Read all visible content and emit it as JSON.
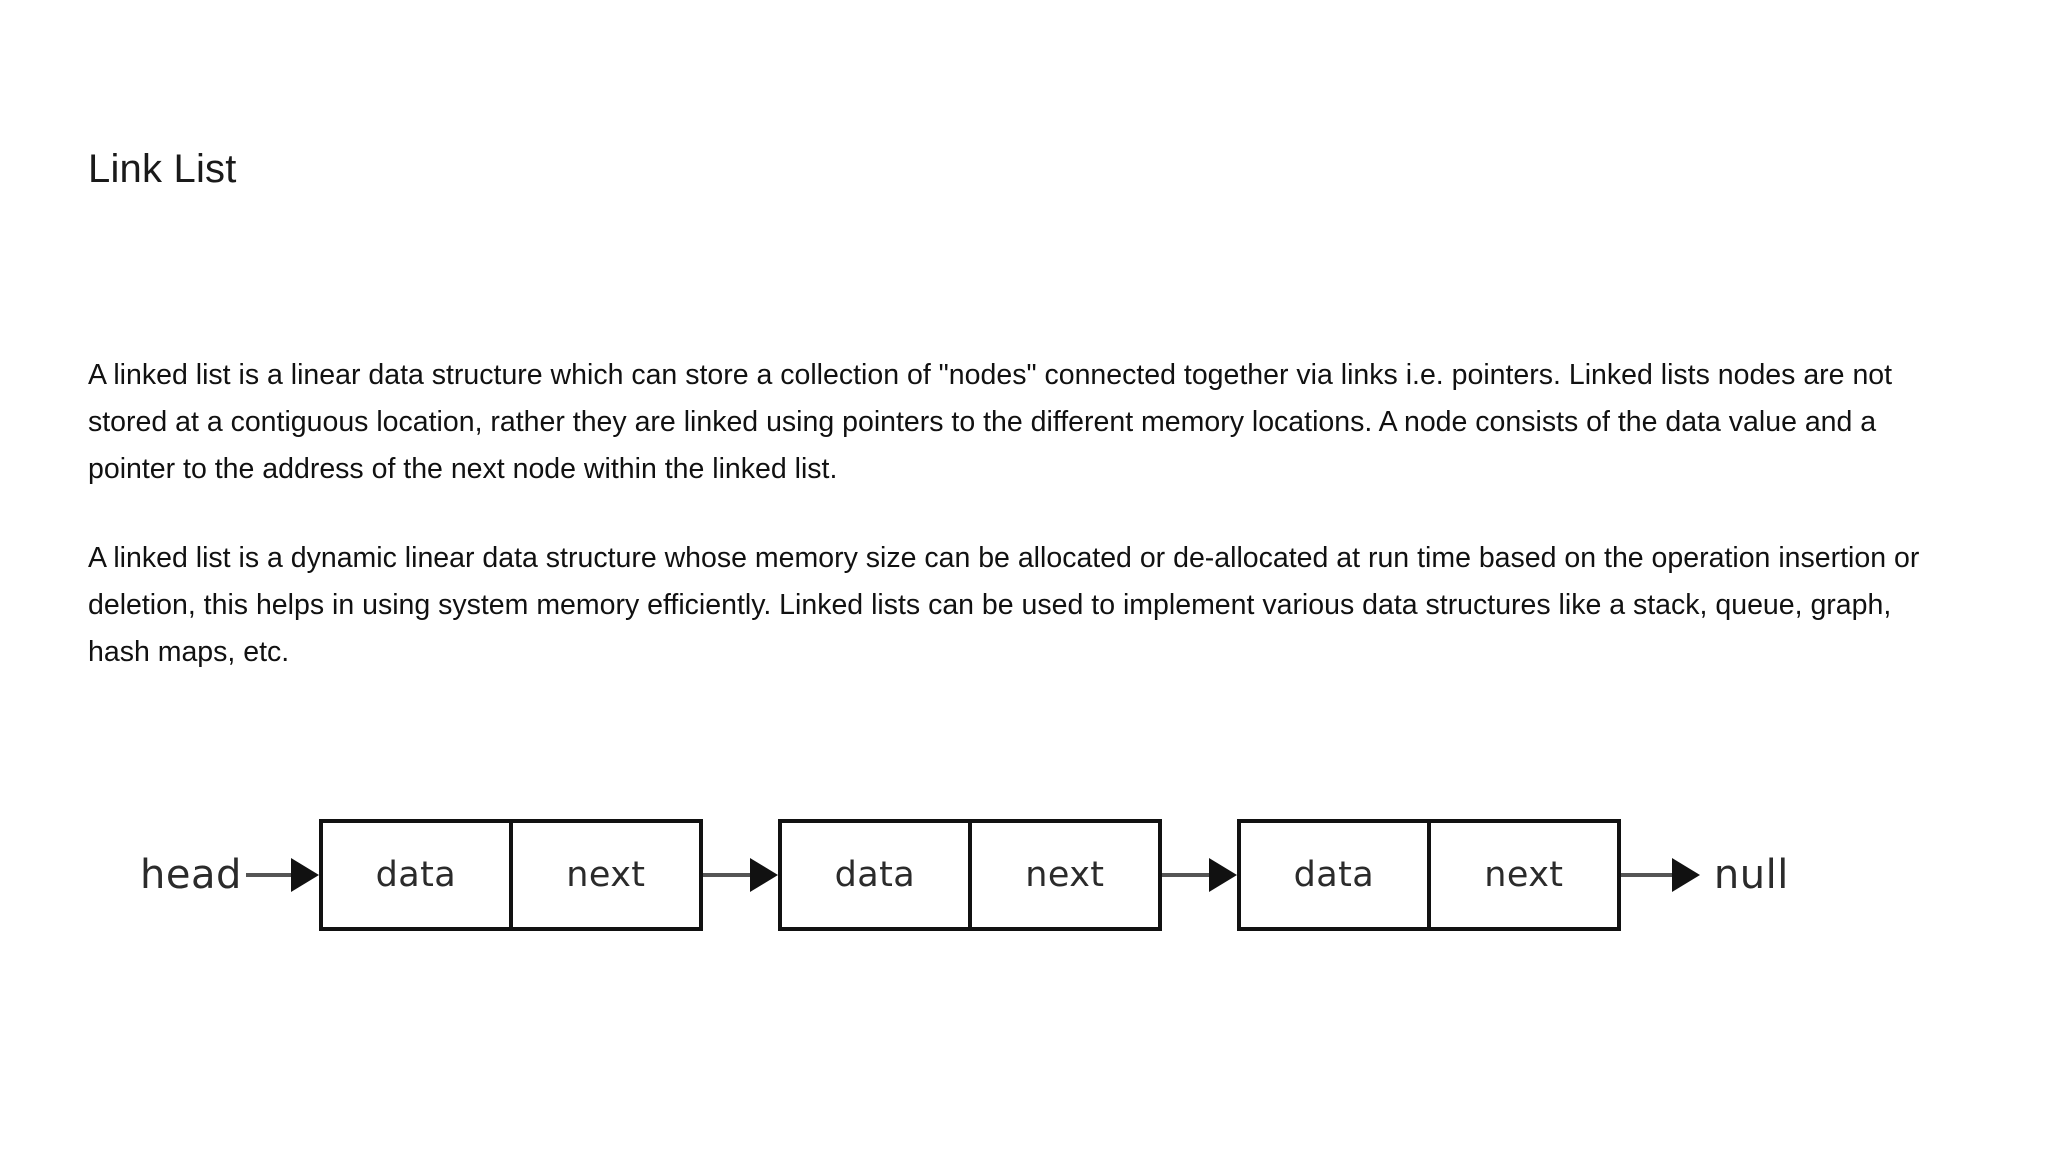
{
  "document": {
    "title": "Link List",
    "paragraphs": [
      "A linked list is a linear data structure which can store a collection of \"nodes\" connected together via links i.e. pointers. Linked lists nodes are not stored at a contiguous location, rather they are linked using pointers to the different memory locations. A node consists of the data value and a pointer to the address of the next node within the linked list.",
      "A linked list is a dynamic linear data structure whose memory size can be allocated or de-allocated at run time based on the operation insertion or deletion, this helps in using system memory efficiently. Linked lists can be used to implement various data structures like a stack, queue, graph, hash maps, etc."
    ]
  },
  "diagram": {
    "name": "singly-linked-list",
    "head_label": "head",
    "null_label": "null",
    "nodes": [
      {
        "data_label": "data",
        "next_label": "next"
      },
      {
        "data_label": "data",
        "next_label": "next"
      },
      {
        "data_label": "data",
        "next_label": "next"
      }
    ],
    "colors": {
      "border": "#111111",
      "fill": "#ffffff",
      "arrow_shaft": "#555555",
      "arrow_head": "#111111",
      "text": "#2b2b2b"
    }
  }
}
